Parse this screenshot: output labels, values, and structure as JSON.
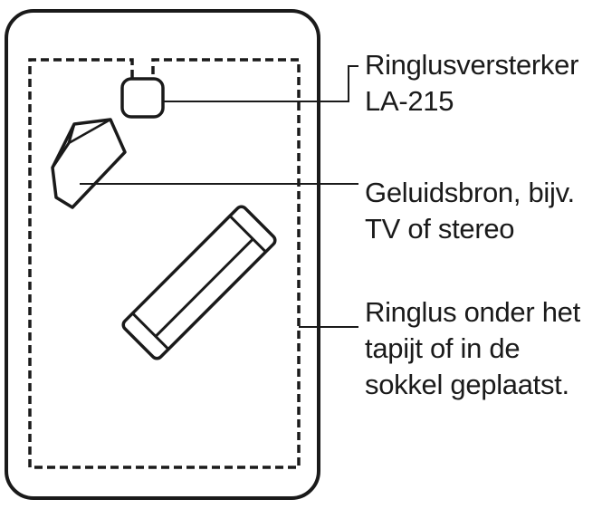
{
  "labels": {
    "amplifier": {
      "line1": "Ringlusversterker",
      "line2": "LA-215"
    },
    "sound_source": {
      "line1": "Geluidsbron, bijv.",
      "line2": "TV of stereo"
    },
    "loop": {
      "line1": "Ringlus onder het",
      "line2": "tapijt of in de",
      "line3": "sokkel geplaatst."
    }
  },
  "colors": {
    "ink": "#1a1a1a",
    "background": "#ffffff"
  },
  "icons": {
    "amplifier": "amplifier-box-icon",
    "sound_source": "tv-icon",
    "furniture": "sofa-icon"
  }
}
